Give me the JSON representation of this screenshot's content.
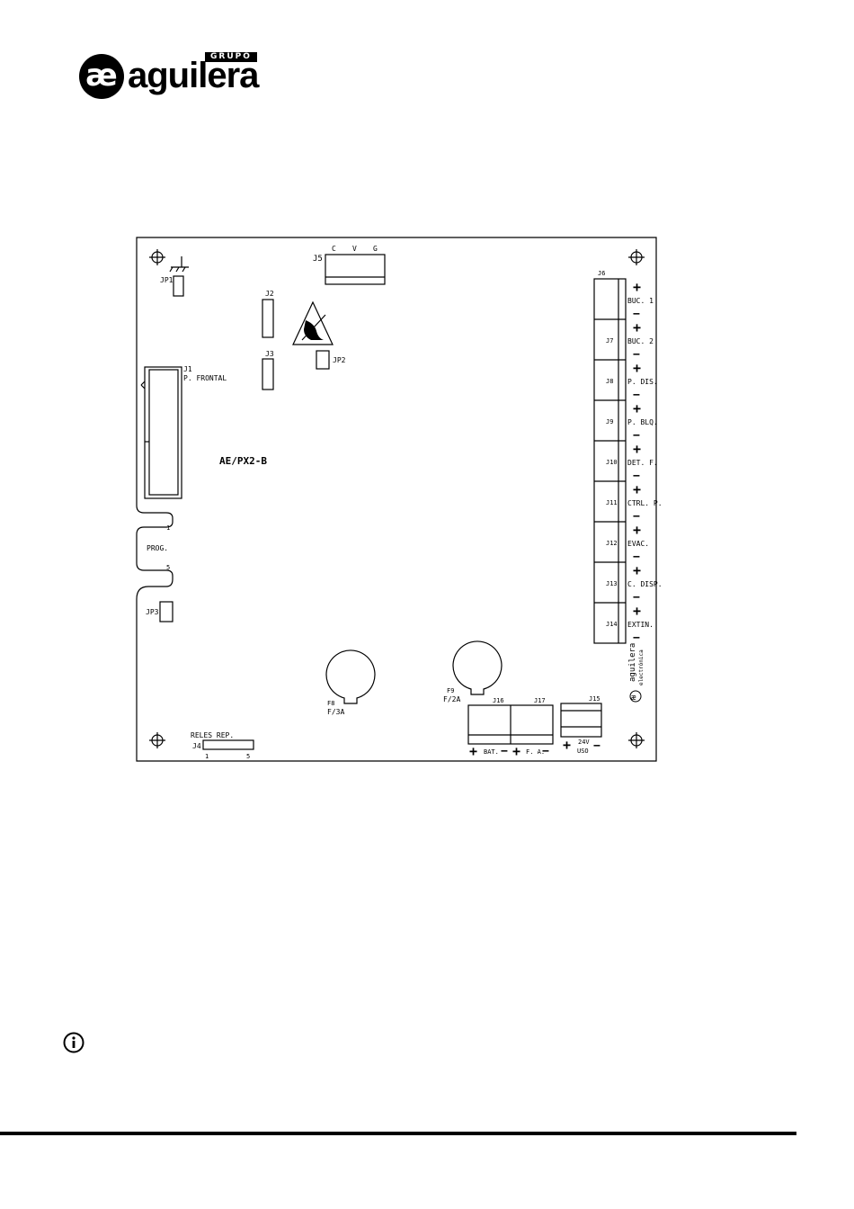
{
  "logo": {
    "mark": "æ",
    "word": "aguilera",
    "tag": "GRUPO"
  },
  "board": {
    "model": "AE/PX2-B",
    "ground_jumper": "JP1",
    "j2": "J2",
    "j3": "J3",
    "jp2": "JP2",
    "j1": {
      "id": "J1",
      "name": "P. FRONTAL"
    },
    "j5": {
      "id": "J5",
      "pins": [
        "C",
        "V",
        "G"
      ]
    },
    "prog": {
      "label": "PROG.",
      "pin_start": "1",
      "pin_end": "5"
    },
    "jp3": "JP3",
    "j4": {
      "id": "J4",
      "name": "RELES REP.",
      "pin_start": "1",
      "pin_end": "5"
    },
    "fuses": [
      {
        "id": "F8",
        "rating": "F/3A"
      },
      {
        "id": "F9",
        "rating": "F/2A"
      }
    ],
    "terminal_block_header": "J6",
    "terminals": [
      {
        "id": "",
        "name": "BUC. 1"
      },
      {
        "id": "J7",
        "name": "BUC. 2"
      },
      {
        "id": "J8",
        "name": "P. DIS."
      },
      {
        "id": "J9",
        "name": "P. BLQ."
      },
      {
        "id": "J10",
        "name": "DET. F."
      },
      {
        "id": "J11",
        "name": "CTRL. P."
      },
      {
        "id": "J12",
        "name": "EVAC."
      },
      {
        "id": "J13",
        "name": "C. DISP."
      },
      {
        "id": "J14",
        "name": "EXTIN."
      }
    ],
    "plus": "+",
    "minus": "−",
    "power": {
      "j16": "J16",
      "j17": "J17",
      "j15": "J15",
      "bat": "BAT.",
      "fa": "F. A.",
      "v24": "24V",
      "uso": "USO"
    },
    "maker_vertical": "aguilera",
    "maker_sub": "electrónica",
    "maker_mark": "æ"
  }
}
